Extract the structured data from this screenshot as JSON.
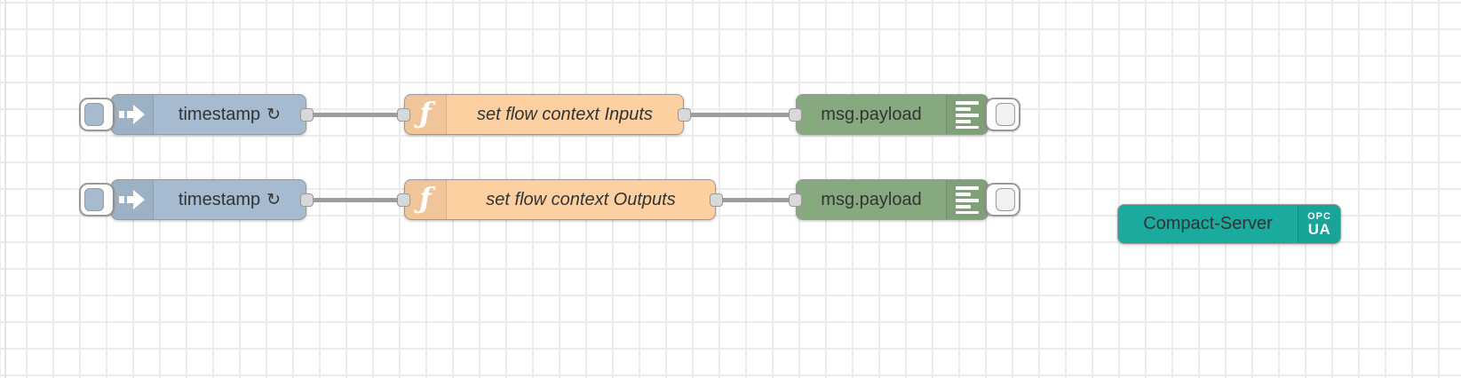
{
  "colors": {
    "inject": "#a6bbcf",
    "function": "#fdd0a2",
    "debug": "#87a980",
    "opcua": "#1aaa9e",
    "wire": "#9d9d9d",
    "grid": "#ececec",
    "node_border": "#999999",
    "port_fill": "#d9d9d9",
    "label": "#333333"
  },
  "flow": {
    "inject_inputs": {
      "label": "timestamp",
      "repeat": "↻"
    },
    "function_inputs": {
      "label": "set flow context Inputs",
      "icon": "ƒ"
    },
    "debug_inputs": {
      "label": "msg.payload"
    },
    "inject_outputs": {
      "label": "timestamp",
      "repeat": "↻"
    },
    "function_outputs": {
      "label": "set flow context Outputs",
      "icon": "ƒ"
    },
    "debug_outputs": {
      "label": "msg.payload"
    },
    "opcua_server": {
      "label": "Compact-Server",
      "badge_top": "OPC",
      "badge_bottom": "UA"
    }
  }
}
